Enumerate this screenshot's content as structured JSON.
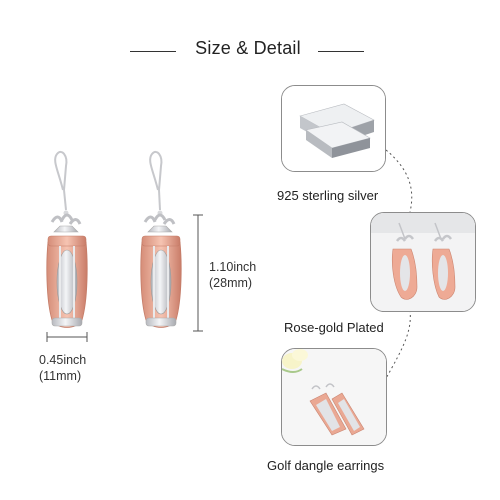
{
  "header": {
    "title": "Size & Detail"
  },
  "dimensions": {
    "height": {
      "inch": "1.10inch",
      "mm": "(28mm)"
    },
    "width": {
      "inch": "0.45inch",
      "mm": "(11mm)"
    }
  },
  "details": [
    {
      "caption": "925 sterling silver",
      "image": "silver-bars-icon"
    },
    {
      "caption": "Rose-gold Plated",
      "image": "earrings-closeup-icon"
    },
    {
      "caption": "Golf dangle earrings",
      "image": "earrings-on-flowers-icon"
    }
  ],
  "colors": {
    "silver": "#d9dadd",
    "rose_gold": "#e7a28d",
    "text": "#222222",
    "thumb_border": "#8c8c8c"
  }
}
